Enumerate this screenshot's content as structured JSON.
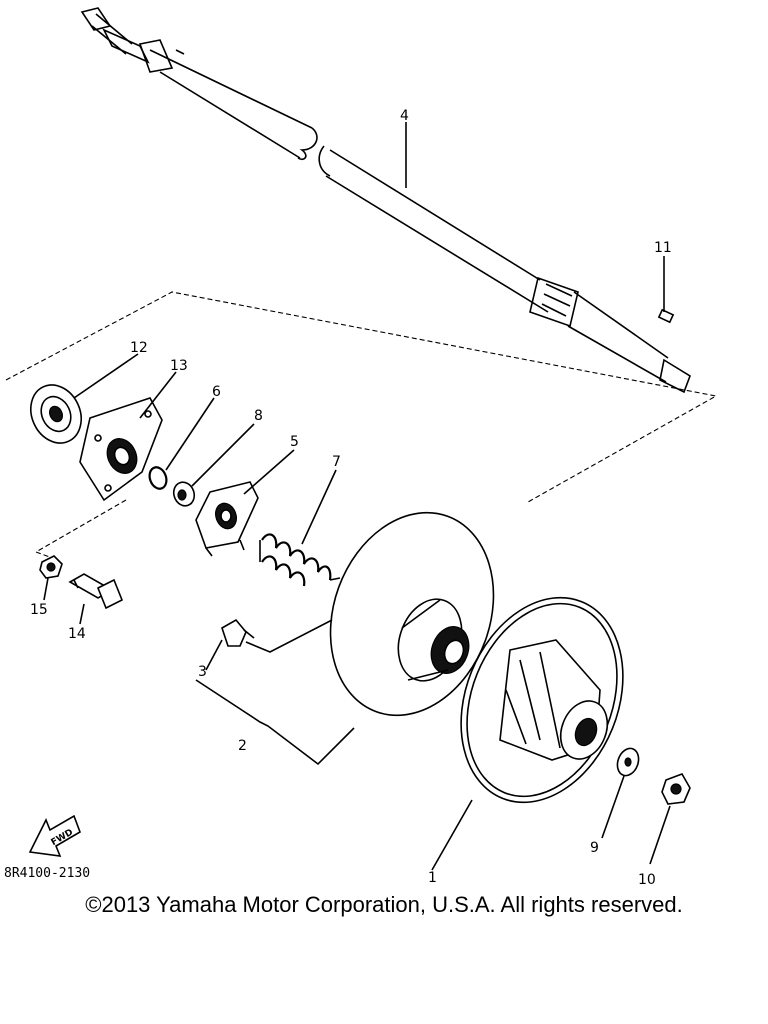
{
  "diagram": {
    "callouts": [
      {
        "id": "1",
        "text": "1"
      },
      {
        "id": "2",
        "text": "2"
      },
      {
        "id": "3",
        "text": "3"
      },
      {
        "id": "4",
        "text": "4"
      },
      {
        "id": "5",
        "text": "5"
      },
      {
        "id": "6",
        "text": "6"
      },
      {
        "id": "7",
        "text": "7"
      },
      {
        "id": "8",
        "text": "8"
      },
      {
        "id": "9",
        "text": "9"
      },
      {
        "id": "10",
        "text": "10"
      },
      {
        "id": "11",
        "text": "11"
      },
      {
        "id": "12",
        "text": "12"
      },
      {
        "id": "13",
        "text": "13"
      },
      {
        "id": "14",
        "text": "14"
      },
      {
        "id": "15",
        "text": "15"
      }
    ],
    "fwd_label": "FWD",
    "part_number": "8R4100-2130",
    "copyright": "©2013 Yamaha Motor Corporation, U.S.A. All rights reserved."
  }
}
